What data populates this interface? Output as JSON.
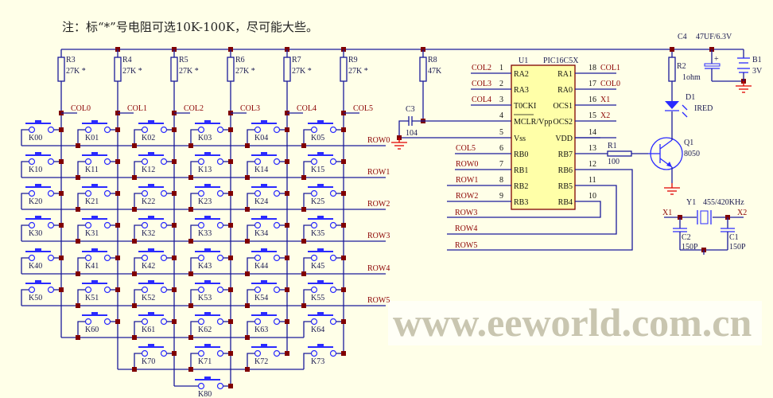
{
  "note": "注：标“*”号电阻可选10K-100K，尽可能大些。",
  "watermark": "www.eeworld.com.cn",
  "columns": [
    "COL0",
    "COL1",
    "COL2",
    "COL3",
    "COL4",
    "COL5"
  ],
  "rows": [
    "ROW0",
    "ROW1",
    "ROW2",
    "ROW3",
    "ROW4",
    "ROW5"
  ],
  "column_resistors": [
    {
      "ref": "R3",
      "value": "27K *"
    },
    {
      "ref": "R4",
      "value": "27K *"
    },
    {
      "ref": "R5",
      "value": "27K *"
    },
    {
      "ref": "R6",
      "value": "27K *"
    },
    {
      "ref": "R7",
      "value": "27K *"
    },
    {
      "ref": "R9",
      "value": "27K *"
    }
  ],
  "keys": [
    [
      "K00",
      "K01",
      "K02",
      "K03",
      "K04",
      "K05"
    ],
    [
      "K10",
      "K11",
      "K12",
      "K13",
      "K14",
      "K15"
    ],
    [
      "K20",
      "K21",
      "K22",
      "K23",
      "K24",
      "K25"
    ],
    [
      "K30",
      "K31",
      "K32",
      "K33",
      "K34",
      "K35"
    ],
    [
      "K40",
      "K41",
      "K42",
      "K43",
      "K44",
      "K45"
    ],
    [
      "K50",
      "K51",
      "K52",
      "K53",
      "K54",
      "K55"
    ],
    [
      "K60",
      "K61",
      "K62",
      "K63",
      "K64"
    ],
    [
      "K70",
      "K71",
      "K72",
      "K73"
    ],
    [
      "K80"
    ]
  ],
  "ic": {
    "ref": "U1",
    "part": "PIC16C5X",
    "left_pins": [
      {
        "num": "1",
        "name": "RA2",
        "net": "COL2"
      },
      {
        "num": "2",
        "name": "RA3",
        "net": "COL3"
      },
      {
        "num": "3",
        "name": "T0CKI",
        "net": "COL4"
      },
      {
        "num": "4",
        "name": "MCLR/Vpp",
        "net": ""
      },
      {
        "num": "5",
        "name": "Vss",
        "net": ""
      },
      {
        "num": "6",
        "name": "RB0",
        "net": "COL5"
      },
      {
        "num": "7",
        "name": "RB1",
        "net": "ROW0"
      },
      {
        "num": "8",
        "name": "RB2",
        "net": "ROW1"
      },
      {
        "num": "9",
        "name": "RB3",
        "net": "ROW2"
      }
    ],
    "right_pins": [
      {
        "num": "18",
        "name": "RA1",
        "net": "COL1"
      },
      {
        "num": "17",
        "name": "RA0",
        "net": "COL0"
      },
      {
        "num": "16",
        "name": "OCS1",
        "net": "X1"
      },
      {
        "num": "15",
        "name": "OCS2",
        "net": "X2"
      },
      {
        "num": "14",
        "name": "VDD",
        "net": ""
      },
      {
        "num": "13",
        "name": "RB7",
        "net": ""
      },
      {
        "num": "12",
        "name": "RB6",
        "net": ""
      },
      {
        "num": "11",
        "name": "RB5",
        "net": ""
      },
      {
        "num": "10",
        "name": "RB4",
        "net": ""
      }
    ],
    "extra_nets": [
      "ROW3",
      "ROW4",
      "ROW5"
    ]
  },
  "parts": {
    "r8": {
      "ref": "R8",
      "value": "47K"
    },
    "c3": {
      "ref": "C3",
      "value": "104"
    },
    "r2": {
      "ref": "R2",
      "value": "1ohm"
    },
    "d1": {
      "ref": "D1",
      "value": "IRED"
    },
    "q1": {
      "ref": "Q1",
      "value": "8050"
    },
    "r1": {
      "ref": "R1",
      "value": "100"
    },
    "c4": {
      "ref": "C4",
      "value": "47UF/6.3V"
    },
    "b1": {
      "ref": "B1",
      "value": "3V"
    },
    "y1": {
      "ref": "Y1",
      "value": "455/420KHz"
    },
    "c2": {
      "ref": "C2",
      "value": "150P"
    },
    "c1": {
      "ref": "C1",
      "value": "150P"
    },
    "x1": "X1",
    "x2": "X2"
  },
  "colors": {
    "wire": "#1a1a9a",
    "junction": "#800000",
    "net_label": "#8b0000",
    "switch": "#2a2aff",
    "ic_fill": "#ffffa8",
    "ground": "#e00000"
  }
}
